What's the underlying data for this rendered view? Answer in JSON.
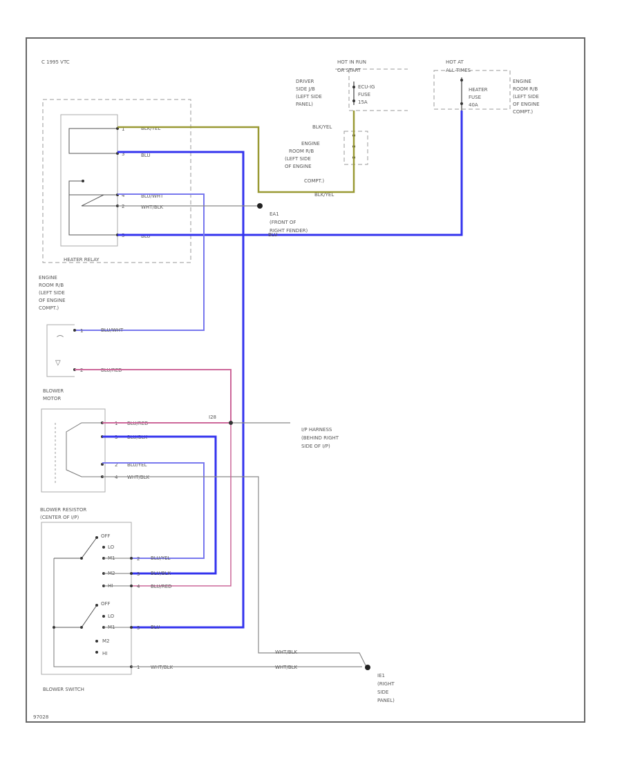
{
  "copyright": "C 1995 VTC",
  "figure_id": "97028",
  "power_run": {
    "hot_label_1": "HOT IN RUN",
    "hot_label_2": "OR START",
    "location": [
      "DRIVER",
      "SIDE J/B",
      "(LEFT SIDE",
      "PANEL)"
    ],
    "fuse": [
      "ECU-IG",
      "FUSE",
      "15A"
    ]
  },
  "power_at": {
    "hot_label_1": "HOT AT",
    "hot_label_2": "ALL TIMES",
    "fuse": [
      "HEATER",
      "FUSE",
      "40A"
    ],
    "location": [
      "ENGINE",
      "ROOM R/B",
      "(LEFT SIDE",
      "OF ENGINE",
      "COMPT.)"
    ]
  },
  "engine_room_rb": {
    "wire_top": "BLK/YEL",
    "location": [
      "ENGINE",
      "ROOM R/B",
      "(LEFT SIDE",
      "OF ENGINE",
      "COMPT.)"
    ],
    "wire_bottom": "BLK/YEL"
  },
  "heater_relay": {
    "name": "HEATER RELAY",
    "pins": [
      {
        "num": "1",
        "wire": "BLK/YEL"
      },
      {
        "num": "3",
        "wire": "BLU"
      },
      {
        "num": "4",
        "wire": "BLU/WHT"
      },
      {
        "num": "2",
        "wire": "WHT/BLK"
      },
      {
        "num": "5",
        "wire": "BLU"
      }
    ]
  },
  "ground_ei": {
    "id": "EA1",
    "location": [
      "(FRONT OF",
      "RIGHT FENDER)"
    ]
  },
  "wire_batt": "BLU",
  "blower_motor": {
    "location": [
      "ENGINE",
      "ROOM R/B",
      "(LEFT SIDE",
      "OF ENGINE",
      "COMPT.)"
    ],
    "pins": [
      {
        "num": "1",
        "wire": "BLU/WHT"
      },
      {
        "num": "2",
        "wire": "BLU/RED"
      }
    ],
    "name": [
      "BLOWER",
      "MOTOR"
    ]
  },
  "blower_resistor": {
    "pins": [
      {
        "num": "1",
        "wire": "BLU/RED"
      },
      {
        "num": "3",
        "wire": "BLU/BLK"
      },
      {
        "num": "2",
        "wire": "BLU/YEL"
      },
      {
        "num": "4",
        "wire": "WHT/BLK"
      }
    ],
    "name": [
      "BLOWER RESISTOR",
      "(CENTER OF I/P)"
    ]
  },
  "splice": {
    "id": "I28",
    "location": [
      "I/P HARNESS",
      "(BEHIND RIGHT",
      "SIDE OF I/P)"
    ]
  },
  "blower_switch": {
    "name": "BLOWER SWITCH",
    "positions_top": [
      "OFF",
      "LO",
      "M1",
      "M2",
      "HI"
    ],
    "positions_bottom": [
      "OFF",
      "LO",
      "M1",
      "M2",
      "HI"
    ],
    "pins": [
      {
        "num": "2",
        "wire": "BLU/YEL"
      },
      {
        "num": "3",
        "wire": "BLU/BLK"
      },
      {
        "num": "4",
        "wire": "BLU/RED"
      },
      {
        "num": "5",
        "wire": "BLU"
      },
      {
        "num": "1",
        "wire": "WHT/BLK"
      }
    ]
  },
  "ground_ie": {
    "id": "IE1",
    "wire_top": "WHT/BLK",
    "wire_bottom": "WHT/BLK",
    "location": [
      "(RIGHT",
      "SIDE",
      "PANEL)"
    ]
  },
  "colors": {
    "blue": "#3333ee",
    "olive": "#999933",
    "pink": "#cc6699",
    "ltblue": "#7777ee",
    "gray": "#888888"
  }
}
